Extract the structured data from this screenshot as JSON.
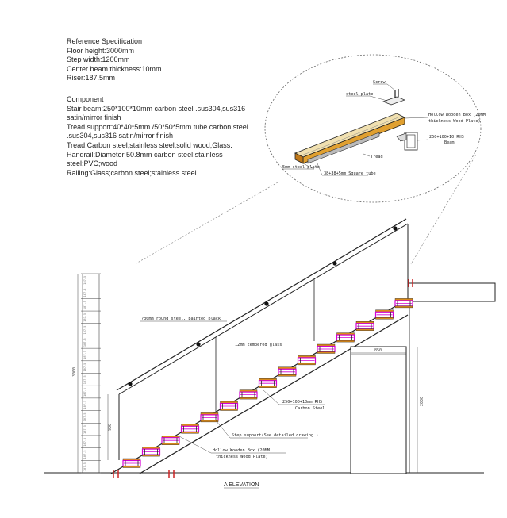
{
  "reference": {
    "heading": "Reference Specification",
    "lines": [
      "Floor height:3000mm",
      "Step width:1200mm",
      "Center beam thickness:10mm",
      "Riser:187.5mm"
    ]
  },
  "component": {
    "heading": "Component",
    "lines": [
      "Stair beam:250*100*10mm carbon steel .sus304,sus316 satin/mirror finish",
      "Tread support:40*40*5mm /50*50*5mm tube carbon steel .sus304,sus316 satin/mirror finish",
      "Tread:Carbon steel;stainless steel,solid wood;Glass.",
      "Handrail:Diameter 50.8mm carbon steel;stainless steel;PVC;wood",
      "Railing:Glass;carbon steel;stainless steel"
    ]
  },
  "detail_labels": {
    "screw": "Screw",
    "steel_plate": "steel plate",
    "hollow_box": "Hollow Wooden Box (20MM",
    "hollow_box_2": "thickness Wood Plate)",
    "rhs": "250+100+10 RHS",
    "beam": "Beam",
    "tread": "Tread",
    "plate_5mm": "5mm steel plate",
    "square_tube": "38+38+5mm Square tube"
  },
  "elevation_labels": {
    "round_steel": "?30mm round steel, painted black",
    "glass": "12mm tempered glass",
    "rhs_1": "250+100+10mm RHS",
    "rhs_2": "Carbon Steel",
    "step_support": "Step support(See detailed drawing )",
    "hollow_1": "Hollow Wooden Box (20MM",
    "hollow_2": "thickness Wood Plate)",
    "dim_850": "850",
    "dim_2000": "2000",
    "dim_3000": "3000",
    "dim_900": "900",
    "riser_dim": "187.5",
    "title": "A ELEVATION"
  },
  "colors": {
    "line": "#222222",
    "tread_magenta": "#d400d4",
    "wood_orange": "#d98a1a",
    "red": "#cc2222"
  }
}
